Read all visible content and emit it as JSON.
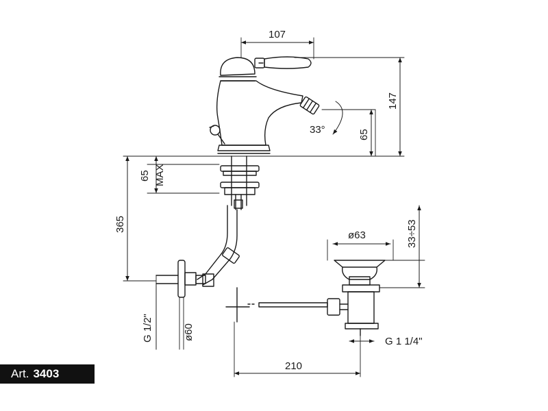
{
  "article": {
    "prefix": "Art.",
    "number": "3403"
  },
  "dimensions": {
    "handle_width": "107",
    "total_height": "147",
    "spout_angle": "33°",
    "spout_height": "65",
    "deck_thickness_value": "65",
    "deck_thickness_suffix": "MAX",
    "supply_length": "365",
    "drain_diameter": "ø63",
    "drain_height_range": "33÷53",
    "inlet_thread": "G 1/2\"",
    "rosette_diameter": "ø60",
    "drain_thread": "G 1 1/4\"",
    "rod_length": "210"
  },
  "colors": {
    "line": "#1a1a1a",
    "badge_bg": "#111111",
    "badge_text": "#ffffff"
  }
}
